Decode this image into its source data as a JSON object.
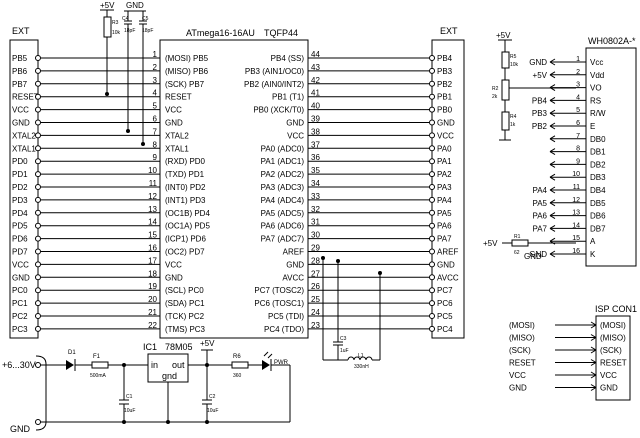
{
  "mcu": {
    "title": "ATmega16-16AU",
    "package": "TQFP44",
    "left_pins": [
      {
        "num": "1",
        "name": "(MOSI) PB5"
      },
      {
        "num": "2",
        "name": "(MISO) PB6"
      },
      {
        "num": "3",
        "name": "(SCK) PB7"
      },
      {
        "num": "4",
        "name": "RESET"
      },
      {
        "num": "5",
        "name": "VCC"
      },
      {
        "num": "6",
        "name": "GND"
      },
      {
        "num": "7",
        "name": "XTAL2"
      },
      {
        "num": "8",
        "name": "XTAL1"
      },
      {
        "num": "9",
        "name": "(RXD) PD0"
      },
      {
        "num": "10",
        "name": "(TXD) PD1"
      },
      {
        "num": "11",
        "name": "(INT0) PD2"
      },
      {
        "num": "12",
        "name": "(INT1) PD3"
      },
      {
        "num": "13",
        "name": "(OC1B) PD4"
      },
      {
        "num": "14",
        "name": "(OC1A) PD5"
      },
      {
        "num": "15",
        "name": "(ICP1) PD6"
      },
      {
        "num": "16",
        "name": "(OC2) PD7"
      },
      {
        "num": "17",
        "name": "VCC"
      },
      {
        "num": "18",
        "name": "GND"
      },
      {
        "num": "19",
        "name": "(SCL) PC0"
      },
      {
        "num": "20",
        "name": "(SDA) PC1"
      },
      {
        "num": "21",
        "name": "(TCK) PC2"
      },
      {
        "num": "22",
        "name": "(TMS) PC3"
      }
    ],
    "right_pins": [
      {
        "num": "44",
        "name": "PB4 (SS)"
      },
      {
        "num": "43",
        "name": "PB3 (AIN1/OC0)"
      },
      {
        "num": "42",
        "name": "PB2 (AIN0/INT2)"
      },
      {
        "num": "41",
        "name": "PB1 (T1)"
      },
      {
        "num": "40",
        "name": "PB0 (XCK/T0)"
      },
      {
        "num": "39",
        "name": "GND"
      },
      {
        "num": "38",
        "name": "VCC"
      },
      {
        "num": "37",
        "name": "PA0 (ADC0)"
      },
      {
        "num": "36",
        "name": "PA1 (ADC1)"
      },
      {
        "num": "35",
        "name": "PA2 (ADC2)"
      },
      {
        "num": "34",
        "name": "PA3 (ADC3)"
      },
      {
        "num": "33",
        "name": "PA4 (ADC4)"
      },
      {
        "num": "32",
        "name": "PA5 (ADC5)"
      },
      {
        "num": "31",
        "name": "PA6 (ADC6)"
      },
      {
        "num": "30",
        "name": "PA7 (ADC7)"
      },
      {
        "num": "29",
        "name": "AREF"
      },
      {
        "num": "28",
        "name": "GND"
      },
      {
        "num": "27",
        "name": "AVCC"
      },
      {
        "num": "26",
        "name": "PC7 (TOSC2)"
      },
      {
        "num": "25",
        "name": "PC6 (TOSC1)"
      },
      {
        "num": "24",
        "name": "PC5 (TDI)"
      },
      {
        "num": "23",
        "name": "PC4 (TDO)"
      }
    ]
  },
  "ext_left": {
    "title": "EXT",
    "pins": [
      "PB5",
      "PB6",
      "PB7",
      "RESET",
      "VCC",
      "GND",
      "XTAL2",
      "XTAL1",
      "PD0",
      "PD1",
      "PD2",
      "PD3",
      "PD4",
      "PD5",
      "PD6",
      "PD7",
      "VCC",
      "GND",
      "PC0",
      "PC1",
      "PC2",
      "PC3"
    ]
  },
  "ext_right": {
    "title": "EXT",
    "pins": [
      "PB4",
      "PB3",
      "PB2",
      "PB1",
      "PB0",
      "GND",
      "VCC",
      "PA0",
      "PA1",
      "PA2",
      "PA3",
      "PA4",
      "PA5",
      "PA6",
      "PA7",
      "AREF",
      "GND",
      "AVCC",
      "PC7",
      "PC6",
      "PC5",
      "PC4"
    ]
  },
  "top_parts": {
    "vcc": "+5V",
    "gnd": "GND",
    "r3": "R3",
    "r3_val": "10k",
    "c4": "C4",
    "c4_val": "18pF",
    "c5": "C5",
    "c5_val": "18pF"
  },
  "filter": {
    "c3": "C3",
    "c3_val": "1uF",
    "l1": "L1",
    "l1_val": "330nH"
  },
  "lcd": {
    "title": "WH0802A-*",
    "vcc": "+5V",
    "r5": "R5",
    "r5_val": "10k",
    "r2": "R2",
    "r2_val": "2k",
    "r4": "R4",
    "r4_val": "1k",
    "r1": "R1",
    "r1_val": "62",
    "bl_vcc": "+5V",
    "bl_gnd": "GND",
    "pins": [
      {
        "num": "1",
        "name": "Vcc",
        "net": "GND"
      },
      {
        "num": "2",
        "name": "Vdd",
        "net": "+5V"
      },
      {
        "num": "3",
        "name": "VO",
        "net": ""
      },
      {
        "num": "4",
        "name": "RS",
        "net": "PB4"
      },
      {
        "num": "5",
        "name": "R/W",
        "net": "PB3"
      },
      {
        "num": "6",
        "name": "E",
        "net": "PB2"
      },
      {
        "num": "7",
        "name": "DB0",
        "net": ""
      },
      {
        "num": "8",
        "name": "DB1",
        "net": ""
      },
      {
        "num": "9",
        "name": "DB2",
        "net": ""
      },
      {
        "num": "10",
        "name": "DB3",
        "net": ""
      },
      {
        "num": "11",
        "name": "DB4",
        "net": "PA4"
      },
      {
        "num": "12",
        "name": "DB5",
        "net": "PA5"
      },
      {
        "num": "13",
        "name": "DB6",
        "net": "PA6"
      },
      {
        "num": "14",
        "name": "DB7",
        "net": "PA7"
      },
      {
        "num": "15",
        "name": "A",
        "net": ""
      },
      {
        "num": "16",
        "name": "K",
        "net": "GND"
      }
    ]
  },
  "isp": {
    "title": "ISP",
    "con": "CON1",
    "pins": [
      {
        "net": "(MOSI)",
        "name": "(MOSI)"
      },
      {
        "net": "(MISO)",
        "name": "(MISO)"
      },
      {
        "net": "(SCK)",
        "name": "(SCK)"
      },
      {
        "net": "RESET",
        "name": "RESET"
      },
      {
        "net": "VCC",
        "name": "VCC"
      },
      {
        "net": "GND",
        "name": "GND"
      }
    ]
  },
  "power": {
    "input": "+6...30V",
    "gnd": "GND",
    "d1": "D1",
    "f1": "F1",
    "f1_val": "500mA",
    "c1": "C1",
    "c1_val": "10uF",
    "ic1": "IC1",
    "ic1_type": "78M05",
    "in_label": "in",
    "out_label": "out",
    "gnd_label": "gnd",
    "c2": "C2",
    "c2_val": "10uF",
    "vout": "+5V",
    "r6": "R6",
    "r6_val": "360",
    "led": "PWR"
  }
}
